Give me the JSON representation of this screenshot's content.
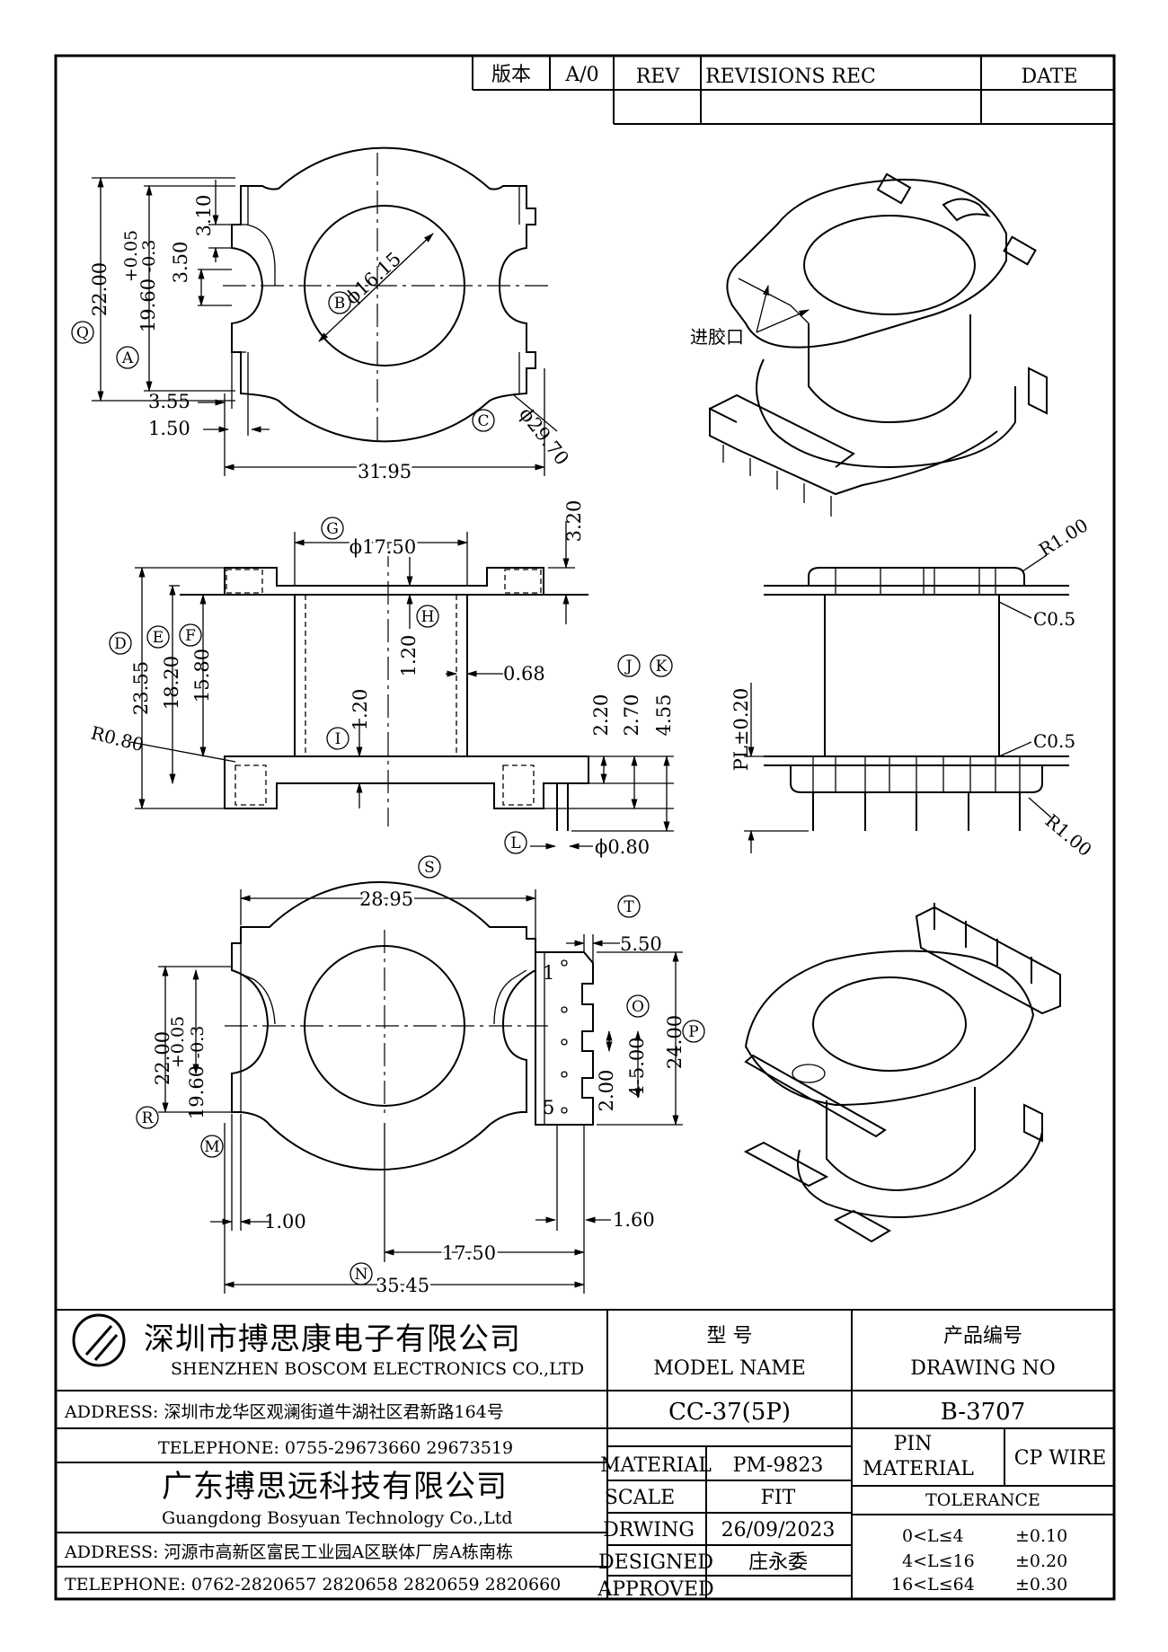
{
  "revision_table": {
    "version_label": "版本",
    "version_value": "A/0",
    "rev_header": "REV",
    "revisions_header": "REVISIONS REC",
    "date_header": "DATE"
  },
  "top_view": {
    "dims": [
      "22.00",
      "19.60",
      "+0.05",
      "-0.3",
      "3.10",
      "3.50",
      "3.55",
      "1.50",
      "31.95",
      "ϕ16.15",
      "ϕ29.70"
    ],
    "callouts": [
      "Q",
      "A",
      "B",
      "C"
    ]
  },
  "iso_top": {
    "gate_label": "进胶口"
  },
  "front_view": {
    "dims": [
      "ϕ17.50",
      "3.20",
      "1.20",
      "0.68",
      "23.55",
      "18.20",
      "15.80",
      "R0.80",
      "1.20",
      "2.20",
      "2.70",
      "4.55",
      "ϕ0.80"
    ],
    "callouts": [
      "G",
      "H",
      "D",
      "E",
      "F",
      "I",
      "J",
      "K",
      "L"
    ]
  },
  "side_view": {
    "dims": [
      "R1.00",
      "C0.5",
      "PL±0.20",
      "C0.5",
      "R1.00"
    ]
  },
  "bottom_view": {
    "dims": [
      "28.95",
      "5.50",
      "22.00",
      "19.60",
      "+0.05",
      "-0.3",
      "24.00",
      "4-5.00",
      "2.00",
      "1.00",
      "17.50",
      "1.60",
      "35.45"
    ],
    "callouts": [
      "S",
      "T",
      "O",
      "P",
      "R",
      "M",
      "N"
    ],
    "pin_labels": [
      "1",
      "5"
    ]
  },
  "title_block": {
    "company_cn": "深圳市搏思康电子有限公司",
    "company_en": "SHENZHEN BOSCOM ELECTRONICS CO.,LTD",
    "address": "ADDRESS: 深圳市龙华区观澜街道牛湖社区君新路164号",
    "telephone": "TELEPHONE: 0755-29673660 29673519",
    "company2_cn": "广东搏思远科技有限公司",
    "company2_en": "Guangdong Bosyuan Technology Co.,Ltd",
    "address2": "ADDRESS: 河源市高新区富民工业园A区联体厂房A栋南栋",
    "telephone2": "TELEPHONE: 0762-2820657 2820658 2820659 2820660",
    "model_cn": "型        号",
    "model_en": "MODEL NAME",
    "model_value": "CC-37(5P)",
    "drawing_cn": "产品编号",
    "drawing_en": "DRAWING NO",
    "drawing_value": "B-3707",
    "material_label": "MATERIAL",
    "material_value": "PM-9823",
    "scale_label": "SCALE",
    "scale_value": "FIT",
    "drwing_label": "DRWING",
    "drwing_value": "26/09/2023",
    "designed_label": "DESIGNED",
    "designed_value": "庄永委",
    "approved_label": "APPROVED",
    "approved_value": "",
    "pin_label": "PIN",
    "pin_material_label": "MATERIAL",
    "pin_material_value": "CP WIRE",
    "tolerance_label": "TOLERANCE",
    "tolerances": [
      {
        "range": "0<L≤4",
        "value": "±0.10"
      },
      {
        "range": "4<L≤16",
        "value": "±0.20"
      },
      {
        "range": "16<L≤64",
        "value": "±0.30"
      }
    ]
  }
}
